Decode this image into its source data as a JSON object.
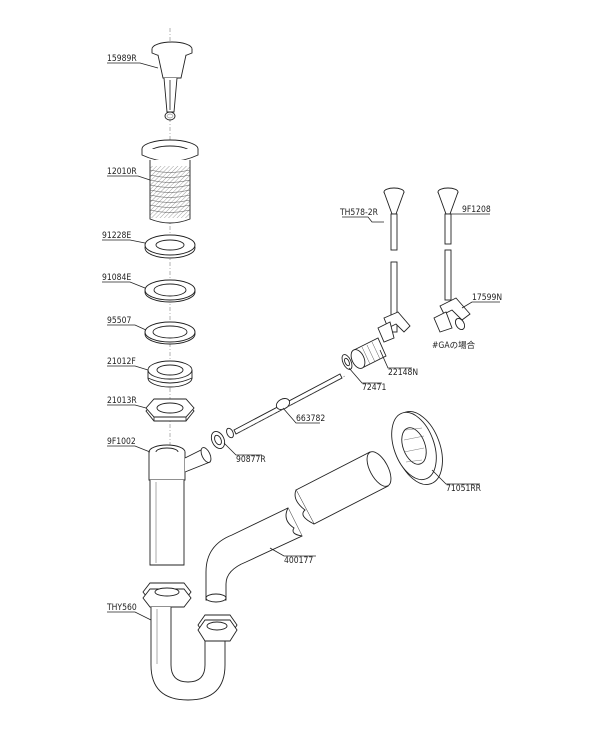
{
  "diagram": {
    "parts": {
      "p15989r": "15989R",
      "p12010r": "12010R",
      "p91228e": "91228E",
      "p91084e": "91084E",
      "p95507": "95507",
      "p21012f": "21012F",
      "p21013r": "21013R",
      "p9f1002": "9F1002",
      "p90877r": "90877R",
      "p663782": "663782",
      "p72471": "72471",
      "p22148n": "22148N",
      "pth578": "TH578-2R",
      "p9f1208": "9F1208",
      "p17599n": "17599N",
      "gacase": "#GAの場合",
      "p71051rr": "71051RR",
      "p400177": "400177",
      "pthy560": "THY560"
    }
  }
}
